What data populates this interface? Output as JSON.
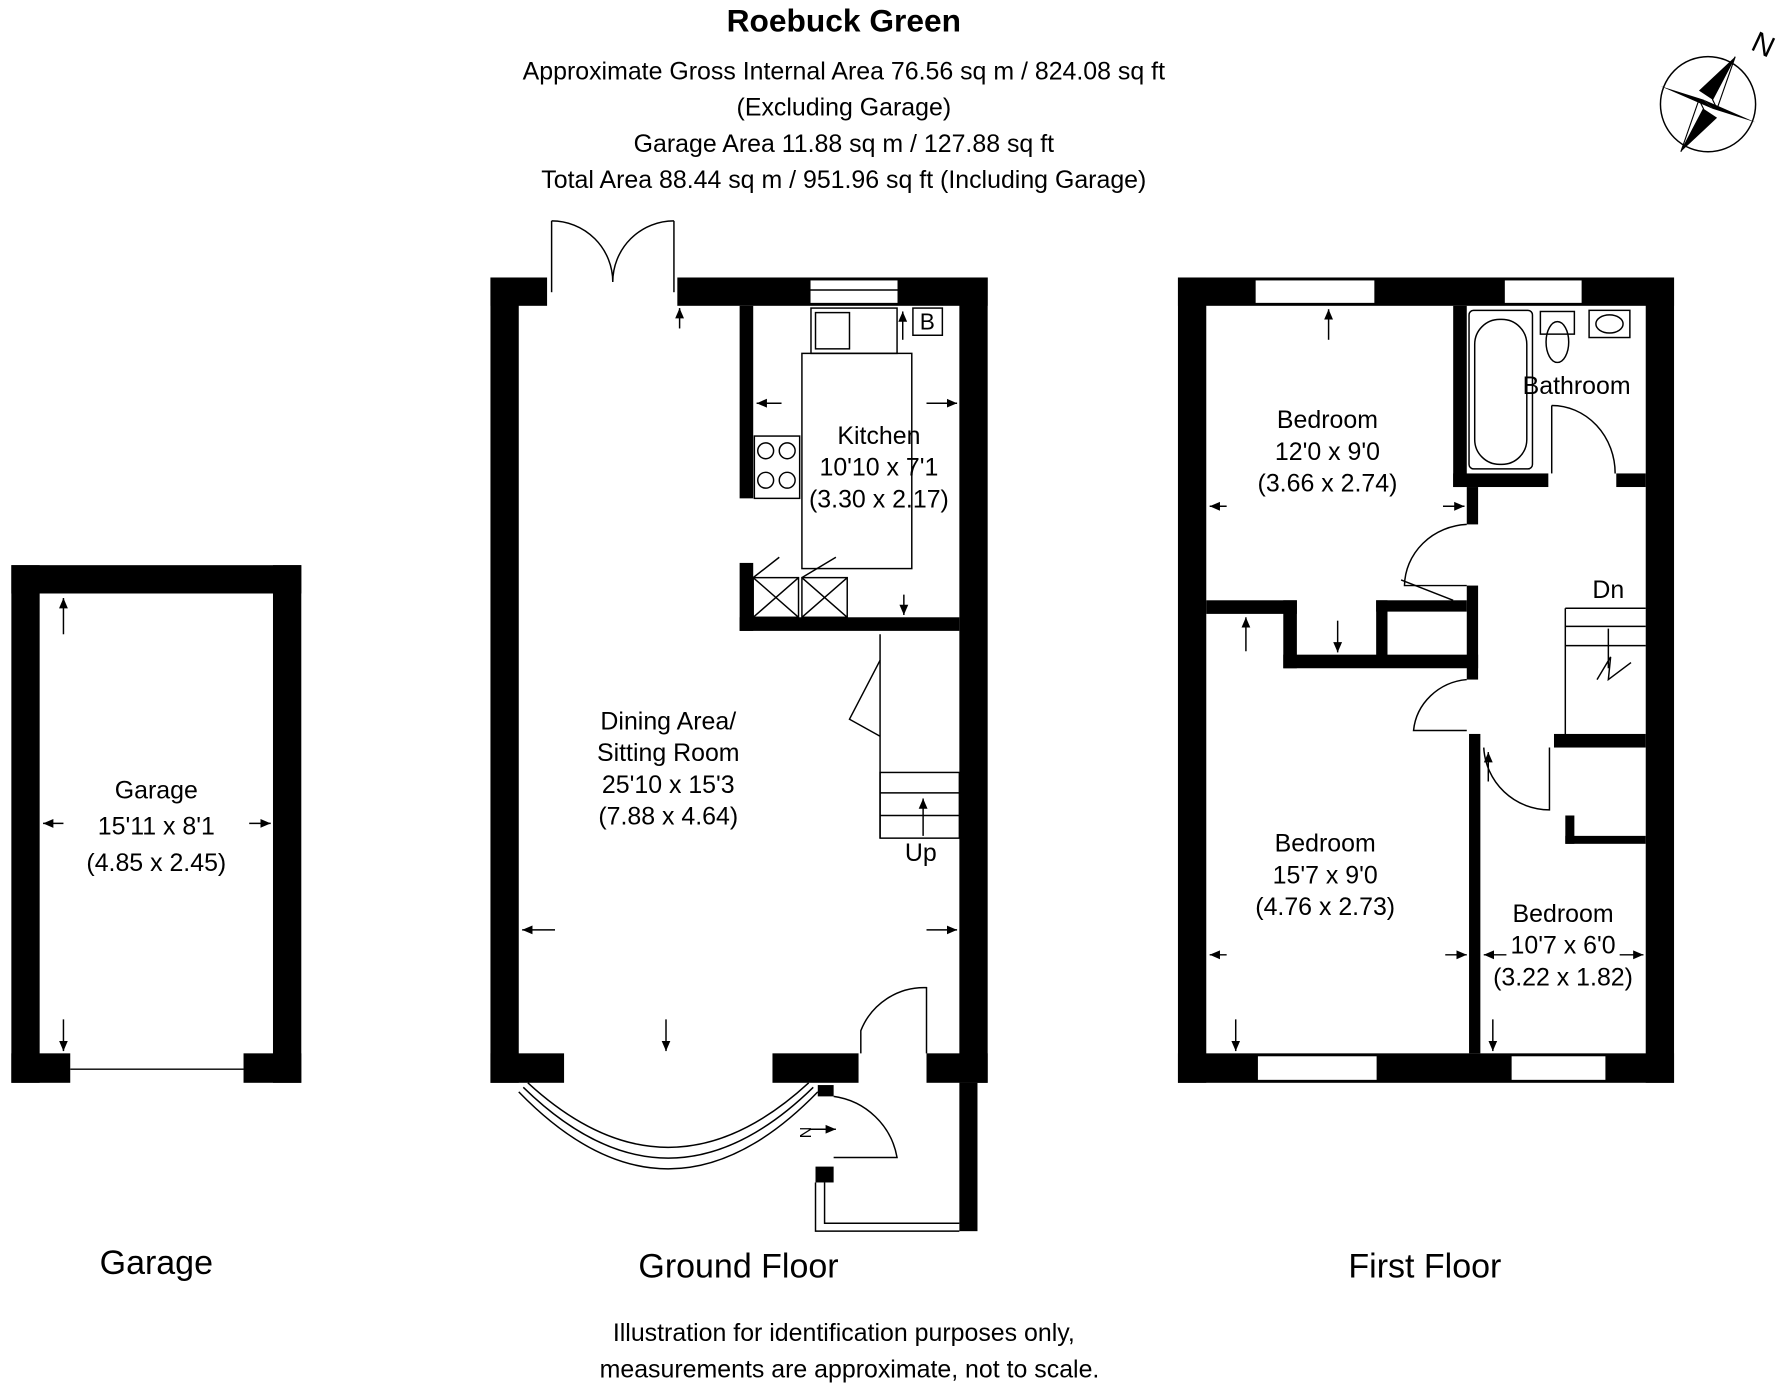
{
  "header": {
    "title": "Roebuck Green",
    "line1": "Approximate Gross Internal Area 76.56 sq m / 824.08 sq ft",
    "line2": "(Excluding Garage)",
    "line3": "Garage Area 11.88 sq m / 127.88 sq ft",
    "line4": "Total Area 88.44 sq m / 951.96 sq ft (Including Garage)"
  },
  "compass": {
    "label": "N"
  },
  "garage": {
    "floor_label": "Garage",
    "room": {
      "name": "Garage",
      "imperial": "15'11 x 8'1",
      "metric": "(4.85 x 2.45)"
    }
  },
  "ground_floor": {
    "floor_label": "Ground Floor",
    "kitchen": {
      "name": "Kitchen",
      "imperial": "10'10 x 7'1",
      "metric": "(3.30 x 2.17)"
    },
    "boiler": "B",
    "dining": {
      "name1": "Dining Area/",
      "name2": "Sitting Room",
      "imperial": "25'10 x 15'3",
      "metric": "(7.88 x 4.64)"
    },
    "stairs": "Up",
    "entrance_marker": "N"
  },
  "first_floor": {
    "floor_label": "First Floor",
    "bedroom1": {
      "name": "Bedroom",
      "imperial": "12'0 x 9'0",
      "metric": "(3.66 x 2.74)"
    },
    "bathroom": {
      "name": "Bathroom"
    },
    "stairs": "Dn",
    "bedroom2": {
      "name": "Bedroom",
      "imperial": "15'7 x 9'0",
      "metric": "(4.76 x 2.73)"
    },
    "bedroom3": {
      "name": "Bedroom",
      "imperial": "10'7 x 6'0",
      "metric": "(3.22 x 1.82)"
    }
  },
  "footer": {
    "line1": "Illustration for identification purposes only,",
    "line2": "measurements are approximate, not to scale."
  }
}
